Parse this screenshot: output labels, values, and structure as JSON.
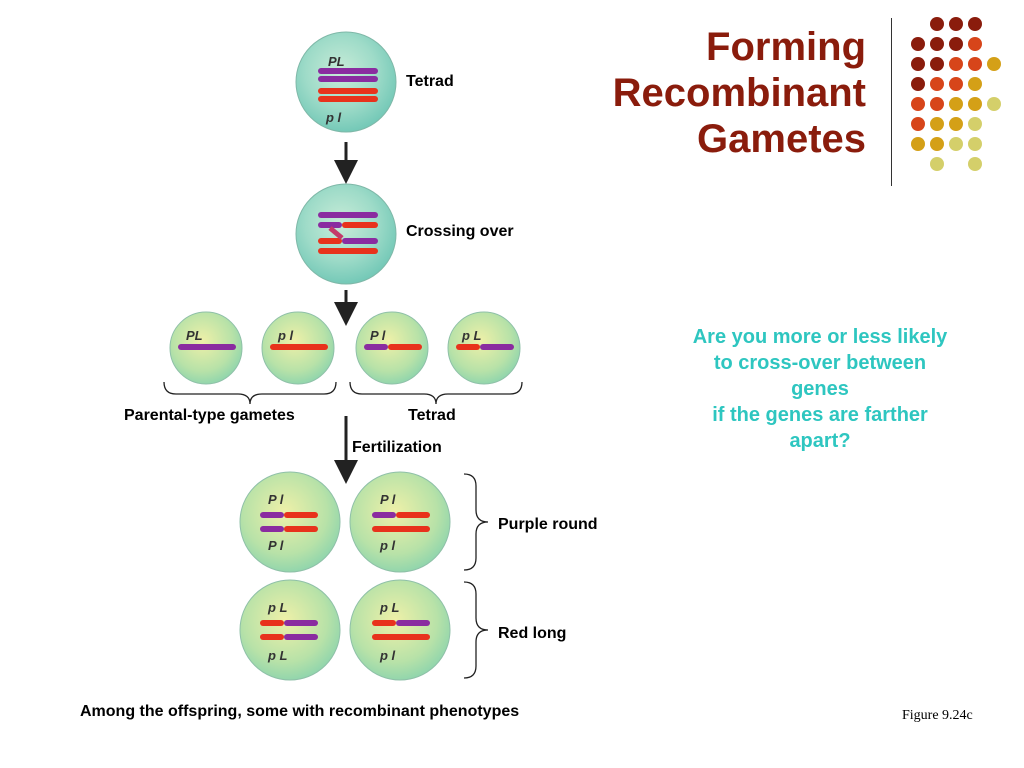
{
  "title": {
    "line1": "Forming",
    "line2": "Recombinant",
    "line3": "Gametes"
  },
  "labels": {
    "tetrad_top": "Tetrad",
    "crossing_over": "Crossing over",
    "parental_gametes": "Parental-type gametes",
    "tetrad_mid": "Tetrad",
    "fertilization": "Fertilization",
    "purple_round": "Purple round",
    "red_long": "Red long",
    "bottom_caption": "Among the offspring, some with recombinant phenotypes",
    "figure": "Figure 9.24c"
  },
  "question": {
    "line1": "Are you more or less likely",
    "line2": "to cross-over between",
    "line3": "genes",
    "line4": "if the genes are farther",
    "line5": "apart?"
  },
  "genes": {
    "cell1_top": "PL",
    "cell1_bottom": "p l",
    "gamete1": "PL",
    "gamete2": "p l",
    "gamete3": "P l",
    "gamete4": "p L",
    "o1_top": "P l",
    "o1_bottom": "P l",
    "o2_top": "P l",
    "o2_bottom": "p l",
    "o3_top": "p L",
    "o3_bottom": "p L",
    "o4_top": "p L",
    "o4_bottom": "p l"
  },
  "colors": {
    "title": "#8a1c0c",
    "question": "#2ec6c0",
    "purple": "#8a2ca0",
    "red": "#e8321c",
    "dot_dark": "#8a1c0c",
    "dot_orange": "#d7451a",
    "dot_gold": "#d4a017",
    "dot_pale": "#d4cf6a"
  }
}
